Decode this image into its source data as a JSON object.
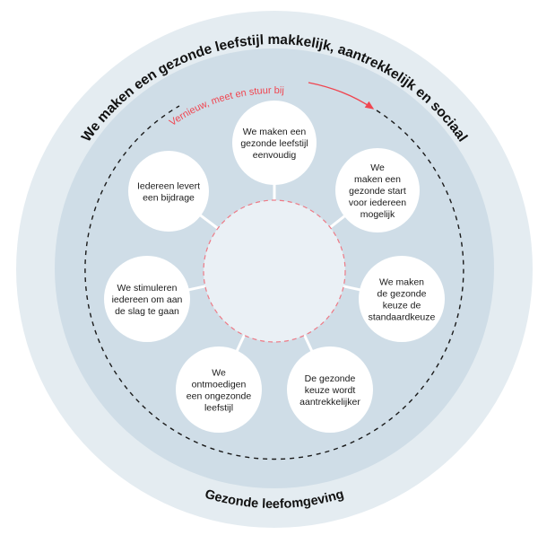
{
  "diagram": {
    "outer_title": "We maken een gezonde leefstijl makkelijk, aantrekkelijk en sociaal",
    "bottom_title": "Gezonde leefomgeving",
    "cycle_label": "Vernieuw, meet en stuur bij",
    "center_label": "",
    "nodes": [
      {
        "id": "top",
        "lines": [
          "We maken een",
          "gezonde leefstijl",
          "eenvoudig"
        ]
      },
      {
        "id": "top-right",
        "lines": [
          "We",
          "maken een",
          "gezonde start",
          "voor iedereen",
          "mogelijk"
        ]
      },
      {
        "id": "right",
        "lines": [
          "We maken",
          "de gezonde",
          "keuze de",
          "standaardkeuze"
        ]
      },
      {
        "id": "bottom-right",
        "lines": [
          "De gezonde",
          "keuze wordt",
          "aantrekkelijker"
        ]
      },
      {
        "id": "bottom-left",
        "lines": [
          "We",
          "ontmoedigen",
          "een ongezonde",
          "leefstijl"
        ]
      },
      {
        "id": "left",
        "lines": [
          "We stimuleren",
          "iedereen om aan",
          "de slag te gaan"
        ]
      },
      {
        "id": "top-left",
        "lines": [
          "Iedereen levert",
          "een bijdrage"
        ]
      }
    ],
    "colors": {
      "outer_ring": "#e4ecf1",
      "middle_ring": "#cfdde7",
      "center_fill": "#eaf0f5",
      "accent_red": "#f04550",
      "node_fill": "#ffffff",
      "text": "#111111"
    }
  }
}
